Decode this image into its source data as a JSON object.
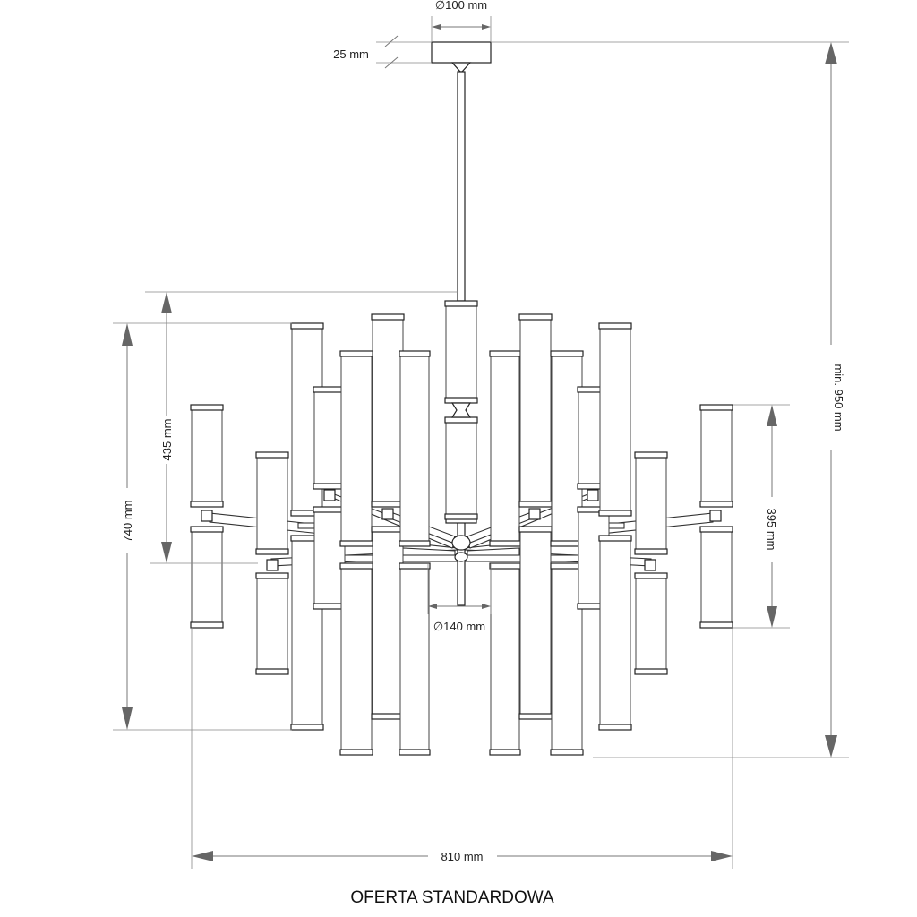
{
  "dimensions": {
    "canopy_diameter": "∅100 mm",
    "canopy_height": "25 mm",
    "total_height": "min. 950 mm",
    "body_height": "740 mm",
    "upper_height": "435 mm",
    "tube_height": "395 mm",
    "hub_diameter": "∅140 mm",
    "total_width": "810 mm"
  },
  "caption": "OFERTA STANDARDOWA"
}
